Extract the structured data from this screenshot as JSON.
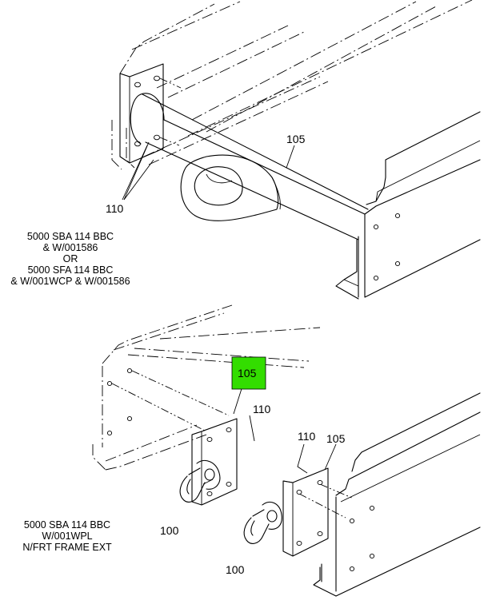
{
  "callouts": {
    "top_105": "105",
    "top_110": "110",
    "mid_105": "105",
    "mid_110": "110",
    "right_110": "110",
    "right_105": "105",
    "left_100": "100",
    "right_100": "100"
  },
  "captions": {
    "top": [
      "5000 SBA 114 BBC",
      "& W/001586",
      "OR",
      "5000 SFA 114 BBC",
      "& W/001WCP & W/001586"
    ],
    "bottom": [
      "5000 SBA 114 BBC",
      "W/001WPL",
      "N/FRT FRAME EXT"
    ]
  },
  "colors": {
    "highlight": "#33dd00",
    "line": "#000000",
    "background": "#ffffff"
  }
}
